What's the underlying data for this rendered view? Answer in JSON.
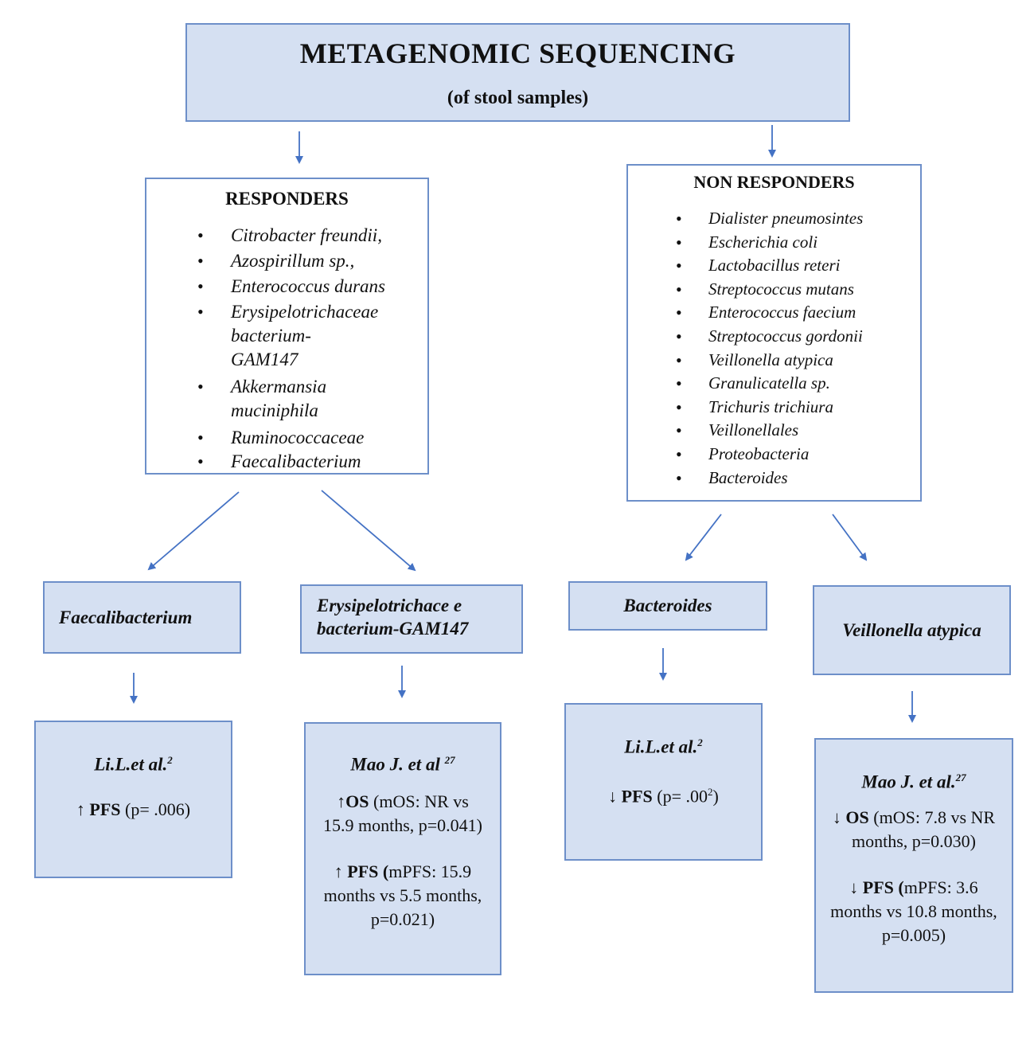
{
  "header": {
    "title": "METAGENOMIC SEQUENCING",
    "subtitle": "(of stool samples)"
  },
  "responders": {
    "heading": "RESPONDERS",
    "items": [
      "Citrobacter freundii,",
      "Azospirillum sp.,",
      "Enterococcus durans",
      "Erysipelotrichaceae bacterium-GAM147",
      "Akkermansia muciniphila",
      "Ruminococcaceae",
      "Faecalibacterium"
    ]
  },
  "non_responders": {
    "heading": "NON RESPONDERS",
    "items": [
      "Dialister pneumosintes",
      "Escherichia coli",
      "Lactobacillus reteri",
      "Streptococcus mutans",
      "Enterococcus faecium",
      "Streptococcus gordonii",
      "Veillonella atypica",
      "Granulicatella sp.",
      "Trichuris trichiura",
      "Veillonellales",
      "Proteobacteria",
      "Bacteroides"
    ]
  },
  "branches": [
    {
      "genus": "Faecalibacterium",
      "ref": "Li.L.et al.",
      "ref_sup": "2",
      "stats": [
        {
          "arrow": "↑",
          "label": "PFS",
          "text": " (p= .006)"
        }
      ]
    },
    {
      "genus_line1": "Erysipelotrichace e",
      "genus_line2": "bacterium-GAM147",
      "ref": "Mao J. et al ",
      "ref_sup": "27",
      "stats": [
        {
          "arrow": "↑",
          "label": "OS",
          "text": " (mOS: NR vs 15.9 months, p=0.041)"
        },
        {
          "arrow": "↑ ",
          "label": "PFS (",
          "text": "mPFS: 15.9 months vs 5.5 months, p=0.021)"
        }
      ]
    },
    {
      "genus": "Bacteroides",
      "ref": "Li.L.et al.",
      "ref_sup": "2",
      "stats": [
        {
          "arrow": "↓ ",
          "label": "PFS",
          "text": " (p= .00",
          "sup": "2",
          "tail": ")"
        }
      ]
    },
    {
      "genus": "Veillonella atypica",
      "ref": "Mao J. et al.",
      "ref_sup": "27",
      "stats": [
        {
          "arrow": "↓ ",
          "label": "OS",
          "text": " (mOS: 7.8 vs NR months, p=0.030)"
        },
        {
          "arrow": "↓ ",
          "label": "PFS (",
          "text": "mPFS: 3.6 months vs 10.8 months, p=0.005)"
        }
      ]
    }
  ],
  "colors": {
    "box_fill": "#d5e0f2",
    "box_border": "#6d8fc9",
    "arrow": "#4472c4"
  }
}
